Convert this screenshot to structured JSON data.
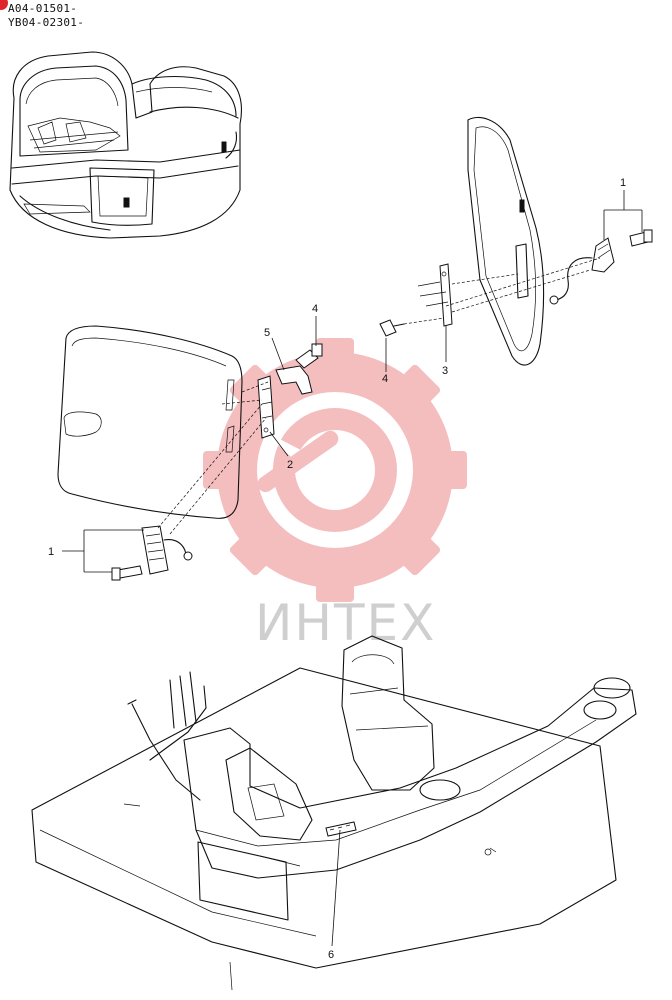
{
  "serials": [
    "A04-01501-",
    "YB04-02301-"
  ],
  "watermark": {
    "text": "ИНТЕХ",
    "color": "#f3b3b5"
  },
  "callouts": {
    "c1_right": "1",
    "c1_left": "1",
    "c2": "2",
    "c3": "3",
    "c4_top": "4",
    "c4_mid": "4",
    "c5": "5",
    "c6": "6"
  }
}
